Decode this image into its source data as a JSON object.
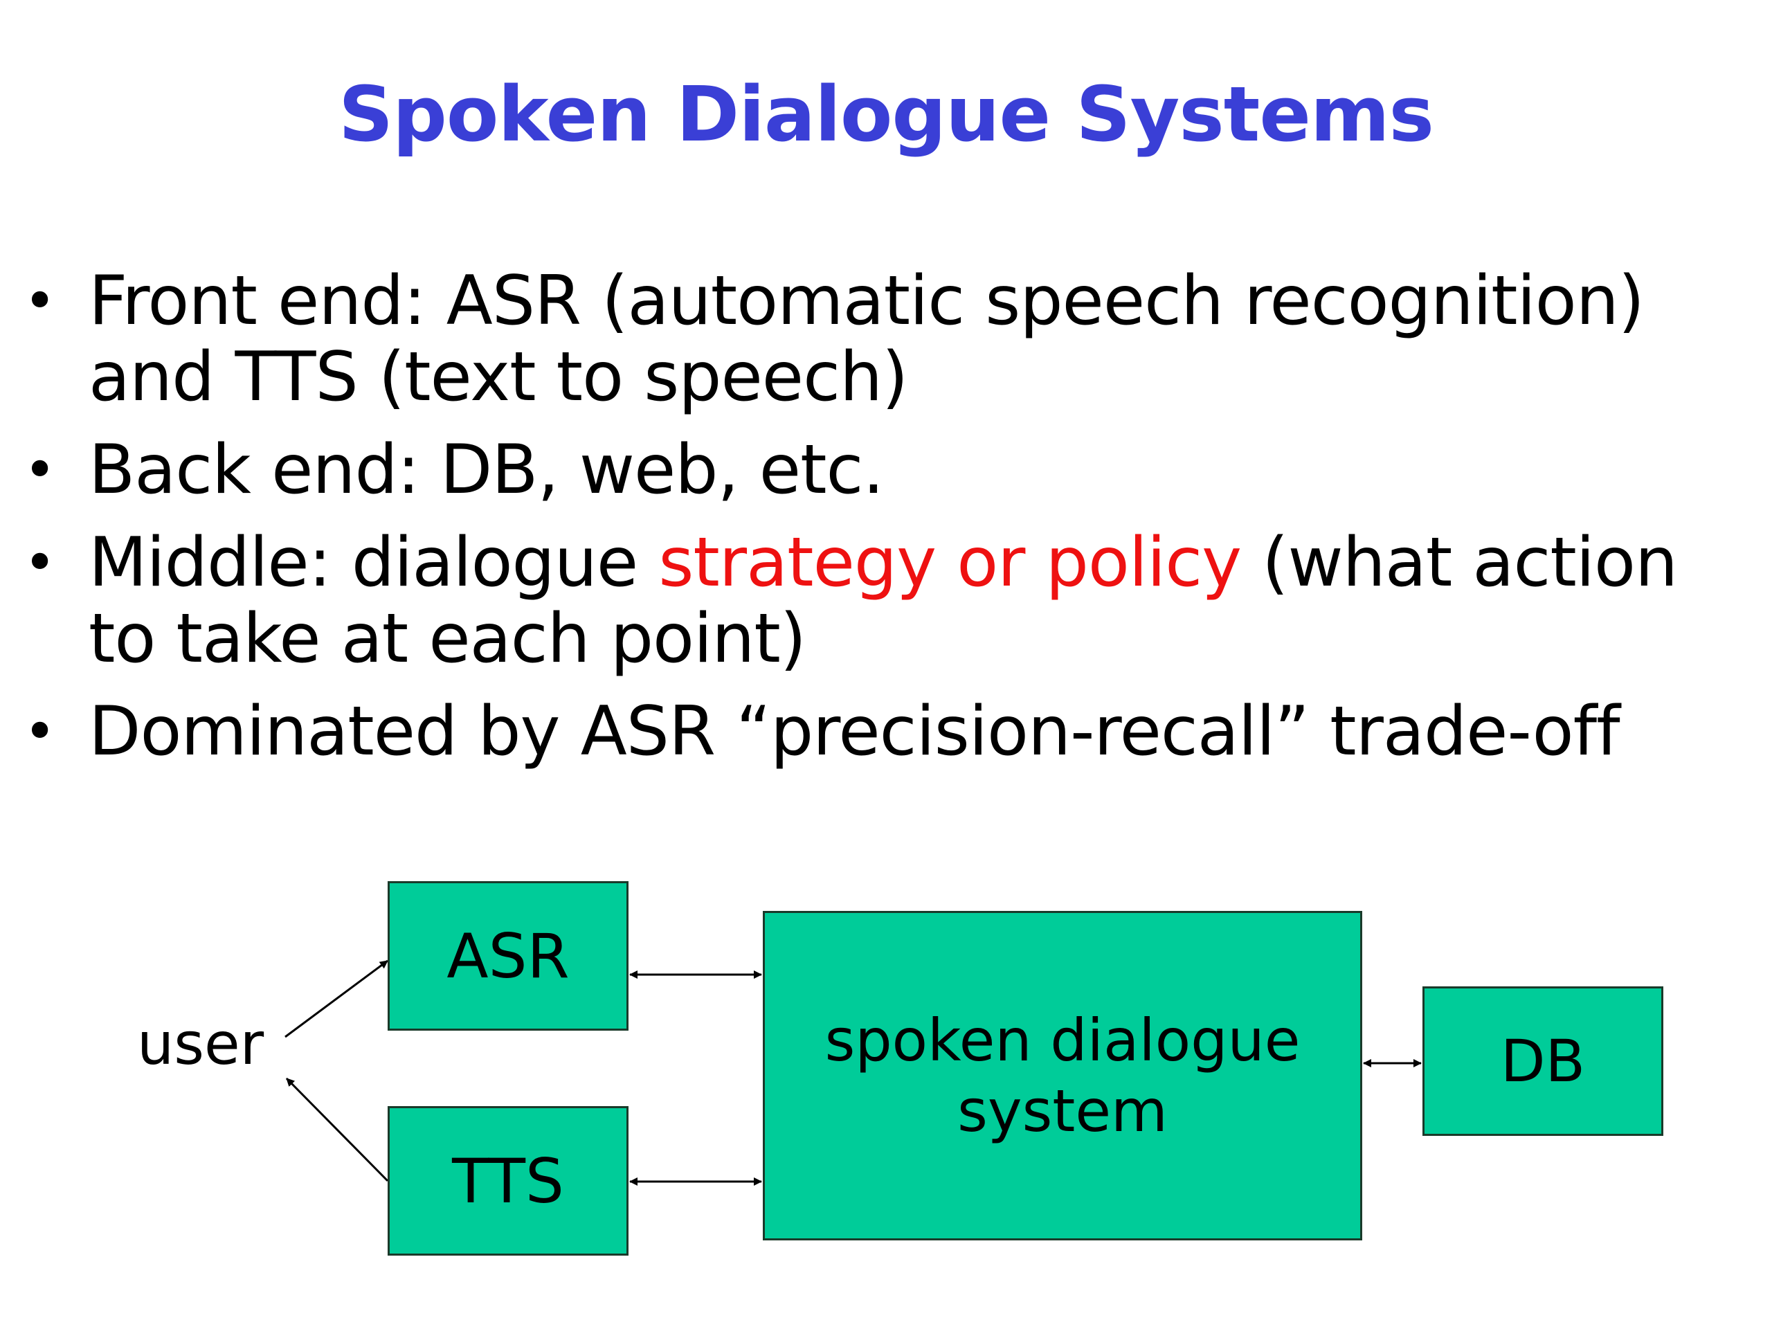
{
  "title": "Spoken Dialogue Systems",
  "bullets": [
    {
      "before": "Front end: ASR (automatic speech recognition) and TTS (text to speech)",
      "highlight": "",
      "after": ""
    },
    {
      "before": "Back end: DB, web, etc.",
      "highlight": "",
      "after": ""
    },
    {
      "before": "Middle: dialogue ",
      "highlight": "strategy or policy",
      "after": " (what action to take at each point)"
    },
    {
      "before": "Dominated by ASR “precision-recall” trade-off",
      "highlight": "",
      "after": ""
    }
  ],
  "colors": {
    "title": "#3a3fd6",
    "highlight": "#ee1111",
    "box_fill": "#00cc99"
  },
  "diagram": {
    "user_label": "user",
    "asr_label": "ASR",
    "tts_label": "TTS",
    "system_label": "spoken dialogue system",
    "db_label": "DB"
  }
}
